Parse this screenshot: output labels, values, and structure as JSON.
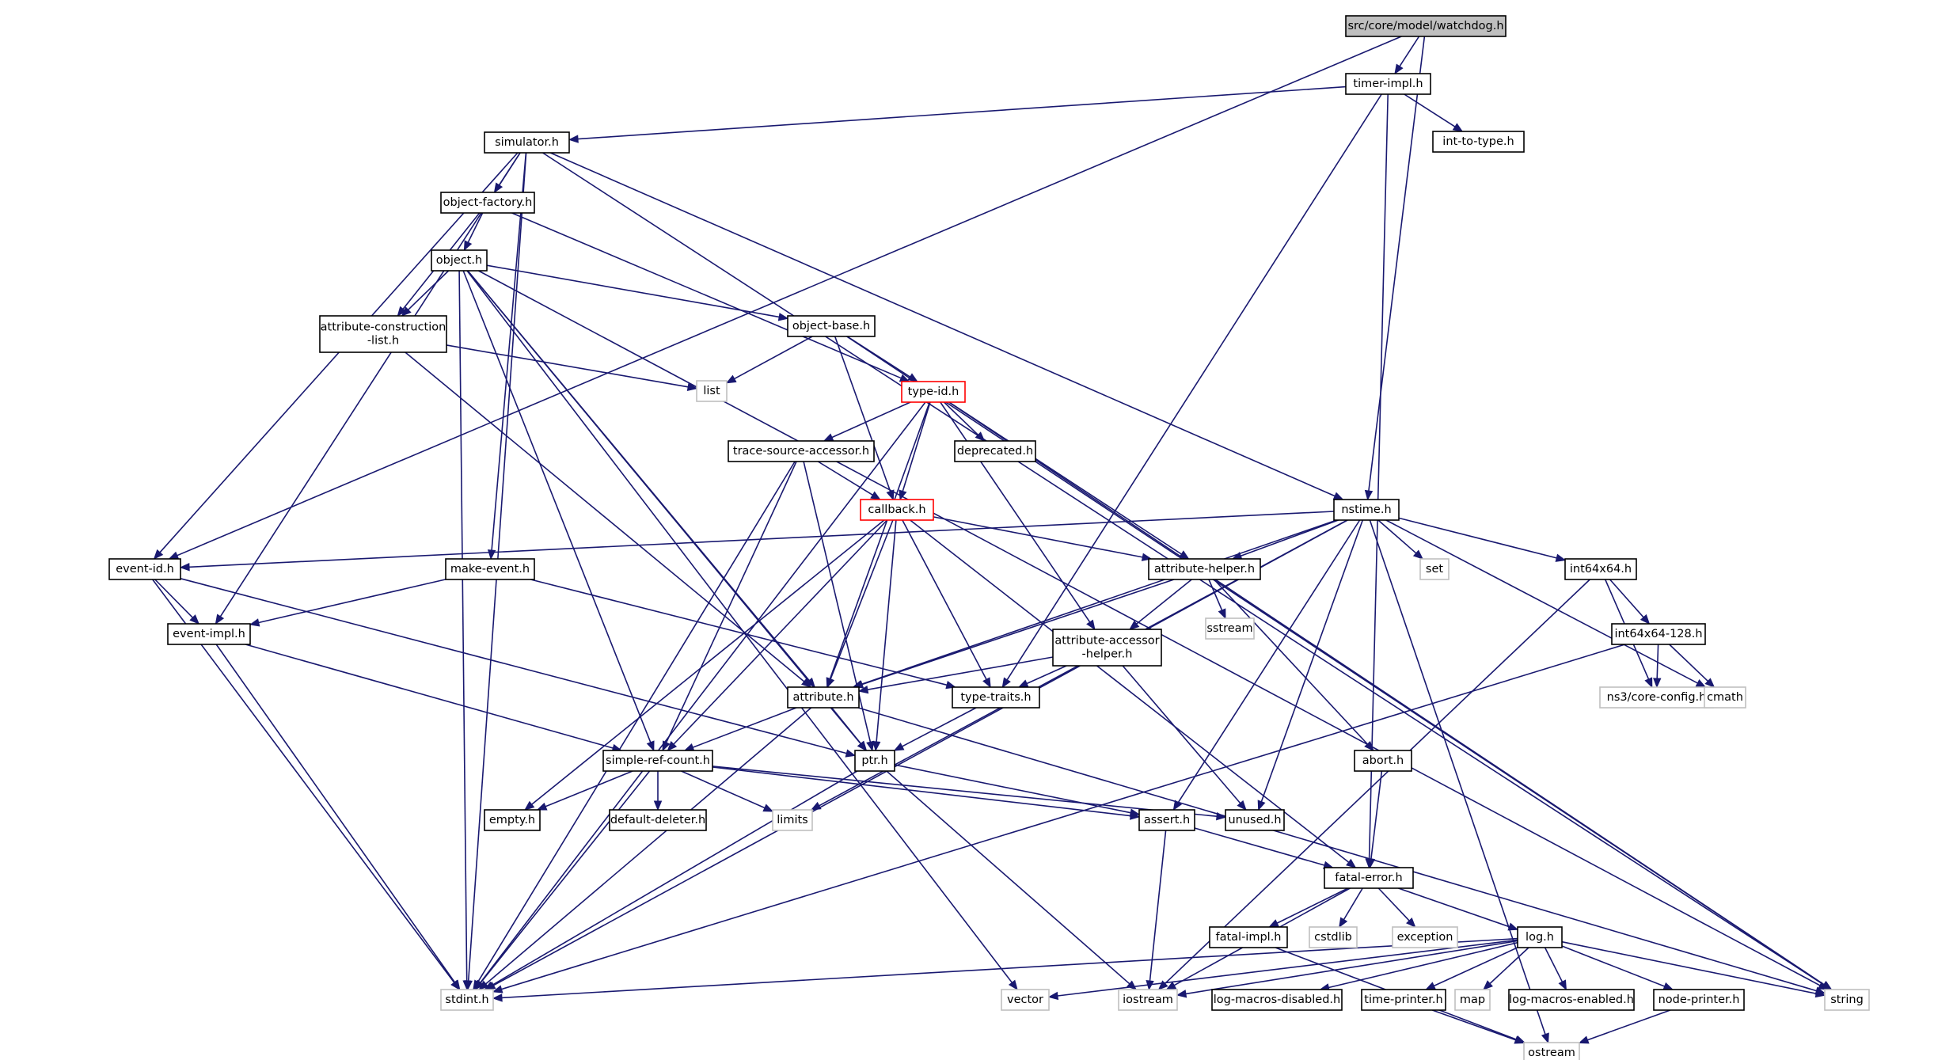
{
  "colors": {
    "edge": "#191970",
    "border_normal": "#000000",
    "border_system": "#bfbfbf",
    "border_truncated": "#ff0000",
    "fill_normal": "#ffffff",
    "fill_root": "#bfbfbf"
  },
  "nodes": [
    {
      "id": "watchdog",
      "label": "src/core/model/watchdog.h",
      "kind": "root"
    },
    {
      "id": "timer_impl",
      "label": "timer-impl.h",
      "kind": "normal"
    },
    {
      "id": "int_to_type",
      "label": "int-to-type.h",
      "kind": "normal"
    },
    {
      "id": "simulator",
      "label": "simulator.h",
      "kind": "normal"
    },
    {
      "id": "object_factory",
      "label": "object-factory.h",
      "kind": "normal"
    },
    {
      "id": "object",
      "label": "object.h",
      "kind": "normal"
    },
    {
      "id": "attr_constr",
      "label": [
        "attribute-construction",
        "-list.h"
      ],
      "kind": "normal"
    },
    {
      "id": "object_base",
      "label": "object-base.h",
      "kind": "normal"
    },
    {
      "id": "list",
      "label": "list",
      "kind": "system"
    },
    {
      "id": "type_id",
      "label": "type-id.h",
      "kind": "truncated"
    },
    {
      "id": "deprecated",
      "label": "deprecated.h",
      "kind": "normal"
    },
    {
      "id": "trace_src",
      "label": "trace-source-accessor.h",
      "kind": "normal"
    },
    {
      "id": "callback",
      "label": "callback.h",
      "kind": "truncated"
    },
    {
      "id": "nstime",
      "label": "nstime.h",
      "kind": "normal"
    },
    {
      "id": "set",
      "label": "set",
      "kind": "system"
    },
    {
      "id": "int64x64",
      "label": "int64x64.h",
      "kind": "normal"
    },
    {
      "id": "event_id",
      "label": "event-id.h",
      "kind": "normal"
    },
    {
      "id": "make_event",
      "label": "make-event.h",
      "kind": "normal"
    },
    {
      "id": "attr_helper",
      "label": "attribute-helper.h",
      "kind": "normal"
    },
    {
      "id": "sstream",
      "label": "sstream",
      "kind": "system"
    },
    {
      "id": "int128",
      "label": "int64x64-128.h",
      "kind": "normal"
    },
    {
      "id": "event_impl",
      "label": "event-impl.h",
      "kind": "normal"
    },
    {
      "id": "attr_acc",
      "label": [
        "attribute-accessor",
        "-helper.h"
      ],
      "kind": "normal"
    },
    {
      "id": "core_config",
      "label": "ns3/core-config.h",
      "kind": "system"
    },
    {
      "id": "cmath",
      "label": "cmath",
      "kind": "system"
    },
    {
      "id": "attribute",
      "label": "attribute.h",
      "kind": "normal"
    },
    {
      "id": "type_traits",
      "label": "type-traits.h",
      "kind": "normal"
    },
    {
      "id": "simple_ref",
      "label": "simple-ref-count.h",
      "kind": "normal"
    },
    {
      "id": "ptr",
      "label": "ptr.h",
      "kind": "normal"
    },
    {
      "id": "abort",
      "label": "abort.h",
      "kind": "normal"
    },
    {
      "id": "empty",
      "label": "empty.h",
      "kind": "normal"
    },
    {
      "id": "default_del",
      "label": "default-deleter.h",
      "kind": "normal"
    },
    {
      "id": "limits",
      "label": "limits",
      "kind": "system"
    },
    {
      "id": "assert",
      "label": "assert.h",
      "kind": "normal"
    },
    {
      "id": "unused",
      "label": "unused.h",
      "kind": "normal"
    },
    {
      "id": "fatal_error",
      "label": "fatal-error.h",
      "kind": "normal"
    },
    {
      "id": "fatal_impl",
      "label": "fatal-impl.h",
      "kind": "normal"
    },
    {
      "id": "cstdlib",
      "label": "cstdlib",
      "kind": "system"
    },
    {
      "id": "exception",
      "label": "exception",
      "kind": "system"
    },
    {
      "id": "log",
      "label": "log.h",
      "kind": "normal"
    },
    {
      "id": "stdint",
      "label": "stdint.h",
      "kind": "system"
    },
    {
      "id": "vector",
      "label": "vector",
      "kind": "system"
    },
    {
      "id": "iostream",
      "label": "iostream",
      "kind": "system"
    },
    {
      "id": "log_dis",
      "label": "log-macros-disabled.h",
      "kind": "normal"
    },
    {
      "id": "time_printer",
      "label": "time-printer.h",
      "kind": "normal"
    },
    {
      "id": "map",
      "label": "map",
      "kind": "system"
    },
    {
      "id": "log_en",
      "label": "log-macros-enabled.h",
      "kind": "normal"
    },
    {
      "id": "node_printer",
      "label": "node-printer.h",
      "kind": "normal"
    },
    {
      "id": "string",
      "label": "string",
      "kind": "system"
    },
    {
      "id": "ostream",
      "label": "ostream",
      "kind": "system"
    }
  ],
  "edges": [
    [
      "watchdog",
      "timer_impl"
    ],
    [
      "watchdog",
      "nstime"
    ],
    [
      "watchdog",
      "event_id"
    ],
    [
      "timer_impl",
      "simulator"
    ],
    [
      "timer_impl",
      "int_to_type"
    ],
    [
      "timer_impl",
      "type_traits"
    ],
    [
      "timer_impl",
      "fatal_error"
    ],
    [
      "simulator",
      "object_factory"
    ],
    [
      "simulator",
      "make_event"
    ],
    [
      "simulator",
      "nstime"
    ],
    [
      "simulator",
      "event_id"
    ],
    [
      "simulator",
      "event_impl"
    ],
    [
      "simulator",
      "stdint"
    ],
    [
      "simulator",
      "string"
    ],
    [
      "object_factory",
      "object"
    ],
    [
      "object_factory",
      "attr_constr"
    ],
    [
      "object_factory",
      "type_id"
    ],
    [
      "object",
      "attr_constr"
    ],
    [
      "object",
      "object_base"
    ],
    [
      "object",
      "attribute"
    ],
    [
      "object",
      "ptr"
    ],
    [
      "object",
      "simple_ref"
    ],
    [
      "object",
      "vector"
    ],
    [
      "object",
      "stdint"
    ],
    [
      "object",
      "string"
    ],
    [
      "attr_constr",
      "list"
    ],
    [
      "attr_constr",
      "attribute"
    ],
    [
      "object_base",
      "list"
    ],
    [
      "object_base",
      "type_id"
    ],
    [
      "object_base",
      "callback"
    ],
    [
      "object_base",
      "string"
    ],
    [
      "type_id",
      "deprecated"
    ],
    [
      "type_id",
      "trace_src"
    ],
    [
      "type_id",
      "callback"
    ],
    [
      "type_id",
      "attr_acc"
    ],
    [
      "type_id",
      "attr_helper"
    ],
    [
      "type_id",
      "attribute"
    ],
    [
      "type_id",
      "stdint"
    ],
    [
      "type_id",
      "string"
    ],
    [
      "trace_src",
      "callback"
    ],
    [
      "trace_src",
      "ptr"
    ],
    [
      "trace_src",
      "simple_ref"
    ],
    [
      "trace_src",
      "stdint"
    ],
    [
      "callback",
      "attr_helper"
    ],
    [
      "callback",
      "type_traits"
    ],
    [
      "callback",
      "attribute"
    ],
    [
      "callback",
      "ptr"
    ],
    [
      "callback",
      "simple_ref"
    ],
    [
      "callback",
      "empty"
    ],
    [
      "callback",
      "fatal_error"
    ],
    [
      "nstime",
      "event_id"
    ],
    [
      "nstime",
      "attr_helper"
    ],
    [
      "nstime",
      "attribute"
    ],
    [
      "nstime",
      "set"
    ],
    [
      "nstime",
      "int64x64"
    ],
    [
      "nstime",
      "cmath"
    ],
    [
      "nstime",
      "assert"
    ],
    [
      "nstime",
      "unused"
    ],
    [
      "nstime",
      "limits"
    ],
    [
      "nstime",
      "stdint"
    ],
    [
      "nstime",
      "ostream"
    ],
    [
      "int64x64",
      "int128"
    ],
    [
      "int64x64",
      "core_config"
    ],
    [
      "int64x64",
      "iostream"
    ],
    [
      "int128",
      "core_config"
    ],
    [
      "int128",
      "cmath"
    ],
    [
      "int128",
      "stdint"
    ],
    [
      "event_id",
      "event_impl"
    ],
    [
      "event_id",
      "ptr"
    ],
    [
      "event_id",
      "stdint"
    ],
    [
      "make_event",
      "event_impl"
    ],
    [
      "make_event",
      "type_traits"
    ],
    [
      "event_impl",
      "simple_ref"
    ],
    [
      "event_impl",
      "stdint"
    ],
    [
      "attr_helper",
      "attr_acc"
    ],
    [
      "attr_helper",
      "attribute"
    ],
    [
      "attr_helper",
      "sstream"
    ],
    [
      "attr_helper",
      "abort"
    ],
    [
      "attr_acc",
      "attribute"
    ],
    [
      "attr_acc",
      "type_traits"
    ],
    [
      "attr_acc",
      "unused"
    ],
    [
      "attribute",
      "ptr"
    ],
    [
      "attribute",
      "simple_ref"
    ],
    [
      "attribute",
      "string"
    ],
    [
      "attribute",
      "stdint"
    ],
    [
      "type_traits",
      "ptr"
    ],
    [
      "simple_ref",
      "empty"
    ],
    [
      "simple_ref",
      "default_del"
    ],
    [
      "simple_ref",
      "limits"
    ],
    [
      "simple_ref",
      "assert"
    ],
    [
      "simple_ref",
      "unused"
    ],
    [
      "simple_ref",
      "stdint"
    ],
    [
      "ptr",
      "assert"
    ],
    [
      "ptr",
      "iostream"
    ],
    [
      "ptr",
      "stdint"
    ],
    [
      "abort",
      "fatal_error"
    ],
    [
      "assert",
      "fatal_error"
    ],
    [
      "assert",
      "iostream"
    ],
    [
      "fatal_error",
      "fatal_impl"
    ],
    [
      "fatal_error",
      "cstdlib"
    ],
    [
      "fatal_error",
      "exception"
    ],
    [
      "fatal_error",
      "log"
    ],
    [
      "fatal_error",
      "iostream"
    ],
    [
      "fatal_impl",
      "ostream"
    ],
    [
      "log",
      "log_dis"
    ],
    [
      "log",
      "time_printer"
    ],
    [
      "log",
      "map"
    ],
    [
      "log",
      "log_en"
    ],
    [
      "log",
      "node_printer"
    ],
    [
      "log",
      "iostream"
    ],
    [
      "log",
      "string"
    ],
    [
      "log",
      "vector"
    ],
    [
      "log",
      "stdint"
    ],
    [
      "time_printer",
      "ostream"
    ],
    [
      "node_printer",
      "ostream"
    ]
  ]
}
